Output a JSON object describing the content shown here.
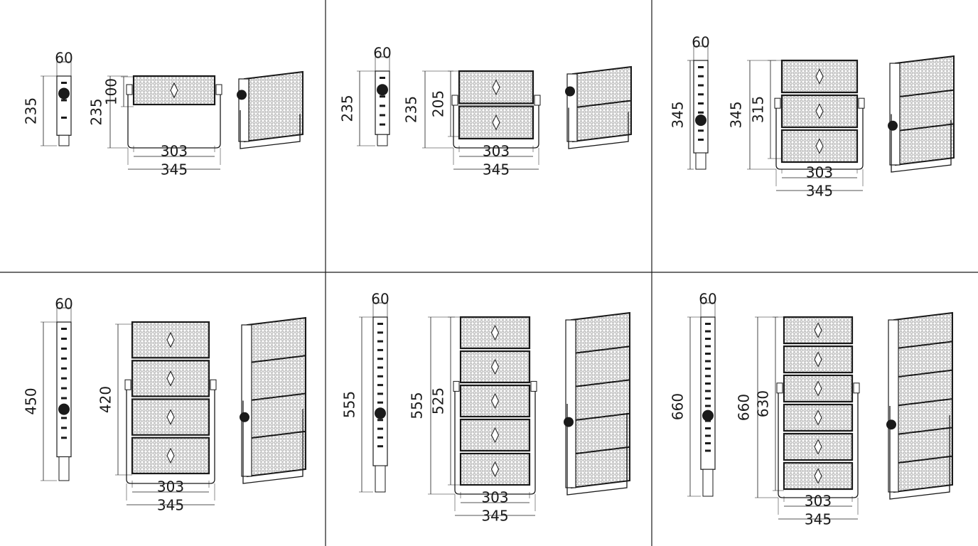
{
  "colors": {
    "line": "#1a1a1a",
    "grid": "#333333",
    "hatch": "#9a9a9a",
    "background": "#ffffff"
  },
  "panels": [
    {
      "modules": 1,
      "side_width": "60",
      "side_height": "235",
      "front_height": "235",
      "module_height": "100",
      "inner_width": "303",
      "outer_width": "345"
    },
    {
      "modules": 2,
      "side_width": "60",
      "side_height": "235",
      "front_height": "235",
      "module_height": "205",
      "inner_width": "303",
      "outer_width": "345"
    },
    {
      "modules": 3,
      "side_width": "60",
      "side_height": "345",
      "front_height": "345",
      "module_height": "315",
      "inner_width": "303",
      "outer_width": "345"
    },
    {
      "modules": 4,
      "side_width": "60",
      "side_height": "450",
      "front_height": "",
      "module_height": "420",
      "inner_width": "303",
      "outer_width": "345"
    },
    {
      "modules": 5,
      "side_width": "60",
      "side_height": "555",
      "front_height": "555",
      "module_height": "525",
      "inner_width": "303",
      "outer_width": "345"
    },
    {
      "modules": 6,
      "side_width": "60",
      "side_height": "660",
      "front_height": "660",
      "module_height": "630",
      "inner_width": "303",
      "outer_width": "345"
    }
  ]
}
